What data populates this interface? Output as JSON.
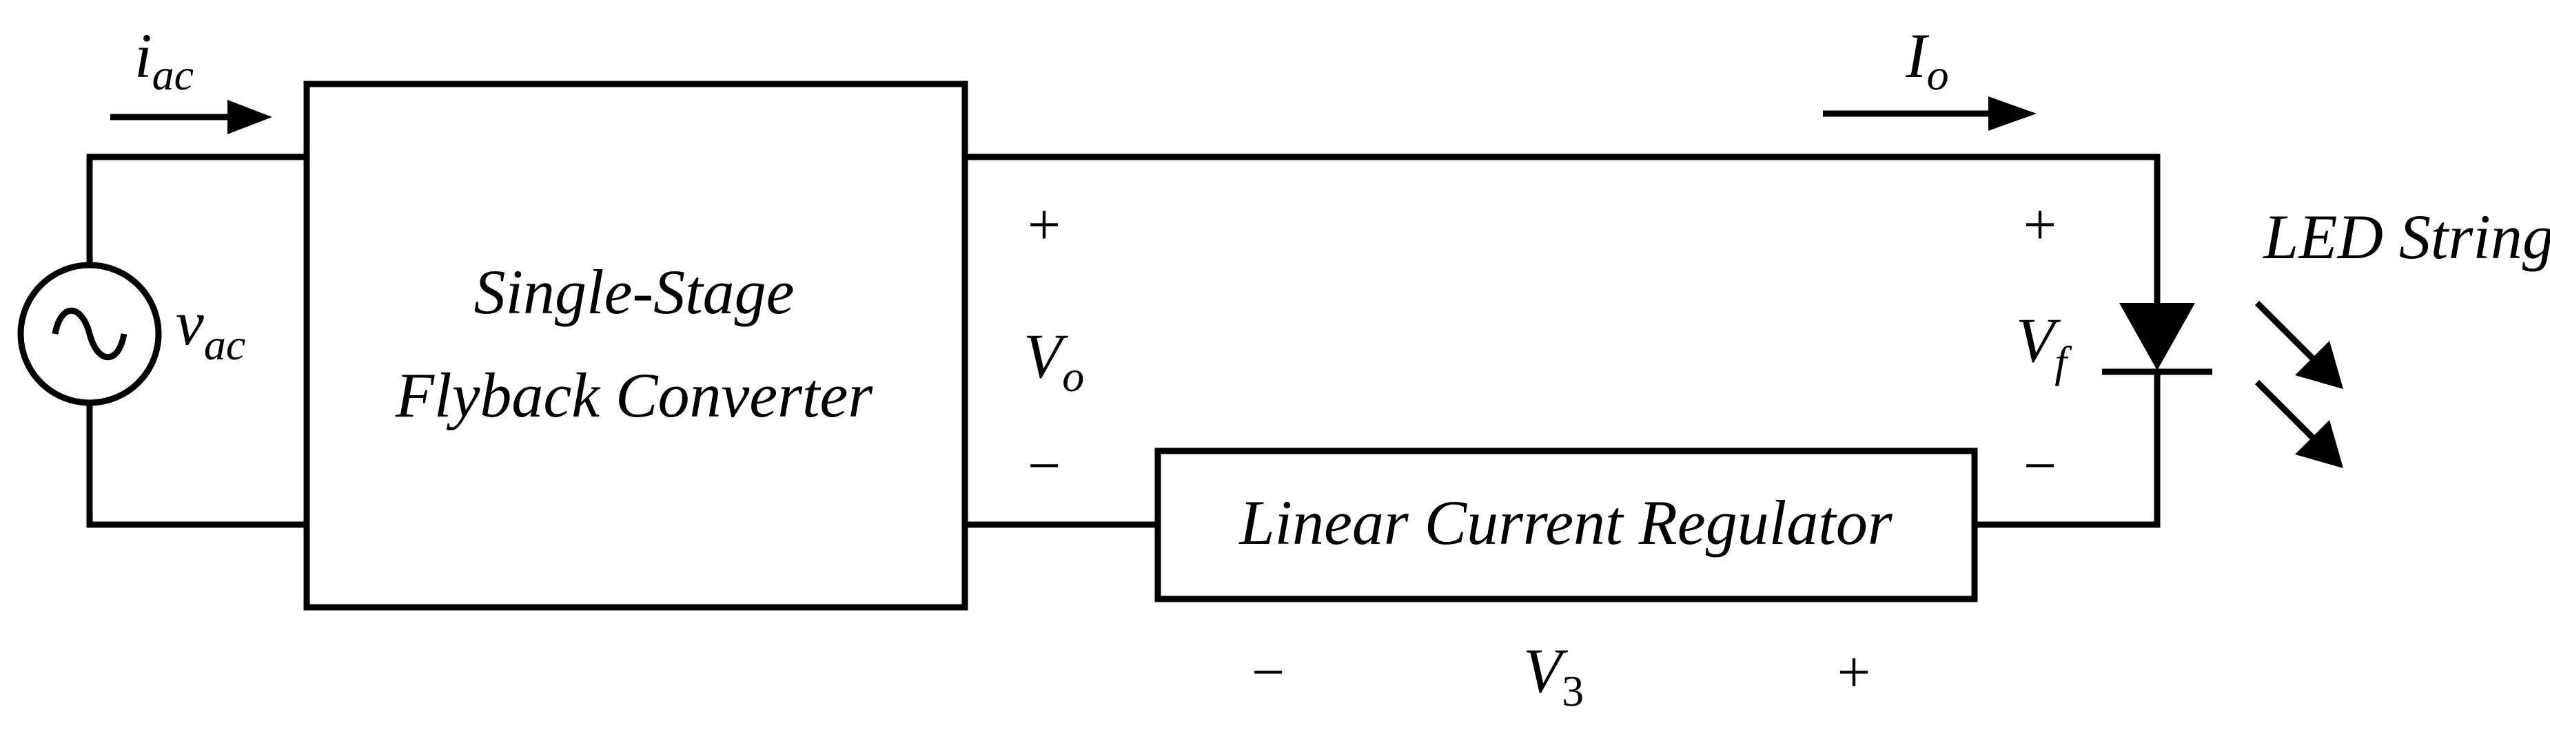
{
  "diagram": {
    "source": {
      "current_symbol": "i",
      "current_subscript": "ac",
      "voltage_symbol": "v",
      "voltage_subscript": "ac"
    },
    "converter": {
      "line1": "Single-Stage",
      "line2": "Flyback Converter"
    },
    "output": {
      "plus": "+",
      "minus": "−",
      "voltage_symbol": "V",
      "voltage_subscript": "o"
    },
    "regulator": {
      "label": "Linear Current Regulator",
      "voltage_symbol": "V",
      "voltage_subscript": "3",
      "minus": "−",
      "plus": "+"
    },
    "load": {
      "current_symbol": "I",
      "current_subscript": "o",
      "plus": "+",
      "minus": "−",
      "voltage_symbol": "V",
      "voltage_subscript": "f",
      "label": "LED String"
    }
  }
}
